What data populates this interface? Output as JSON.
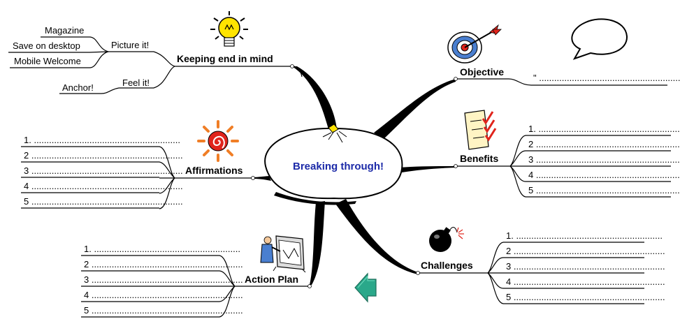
{
  "central": {
    "label": "Breaking through!"
  },
  "branches": {
    "keeping": {
      "label": "Keeping end in mind",
      "children": {
        "picture": {
          "label": "Picture it!",
          "items": [
            "Magazine",
            "Save on desktop",
            "Mobile Welcome"
          ]
        },
        "feel": {
          "label": "Feel it!",
          "items": [
            "Anchor!"
          ]
        }
      }
    },
    "objective": {
      "label": "Objective",
      "quote": "\" ........................................................... \""
    },
    "benefits": {
      "label": "Benefits",
      "items": [
        "1. ..........................................................",
        "2 ............................................................",
        "3 ............................................................",
        "4 ............................................................",
        "5 ............................................................"
      ]
    },
    "challenges": {
      "label": "Challenges",
      "items": [
        "1. ..........................................................",
        "2 ............................................................",
        "3 ............................................................",
        "4 ............................................................",
        "5 ............................................................"
      ]
    },
    "affirmations": {
      "label": "Affirmations",
      "items": [
        "1. ..........................................................",
        "2 ............................................................",
        "3 ............................................................",
        "4 ............................................................",
        "5 ............................................................"
      ]
    },
    "action": {
      "label": "Action Plan",
      "items": [
        "1. ..........................................................",
        "2 ............................................................",
        "3 ............................................................",
        "4 ............................................................",
        "5 ............................................................"
      ]
    }
  },
  "icons": [
    "lightbulb-icon",
    "target-arrow-icon",
    "speech-bubble-icon",
    "checklist-icon",
    "sun-swirl-icon",
    "bomb-icon",
    "person-at-easel-icon",
    "back-arrow-icon"
  ],
  "colors": {
    "central_text": "#1c2aa8",
    "bulb": "#ffe400",
    "arrow": "#2aa88a",
    "bomb_spark": "#e0241c"
  }
}
